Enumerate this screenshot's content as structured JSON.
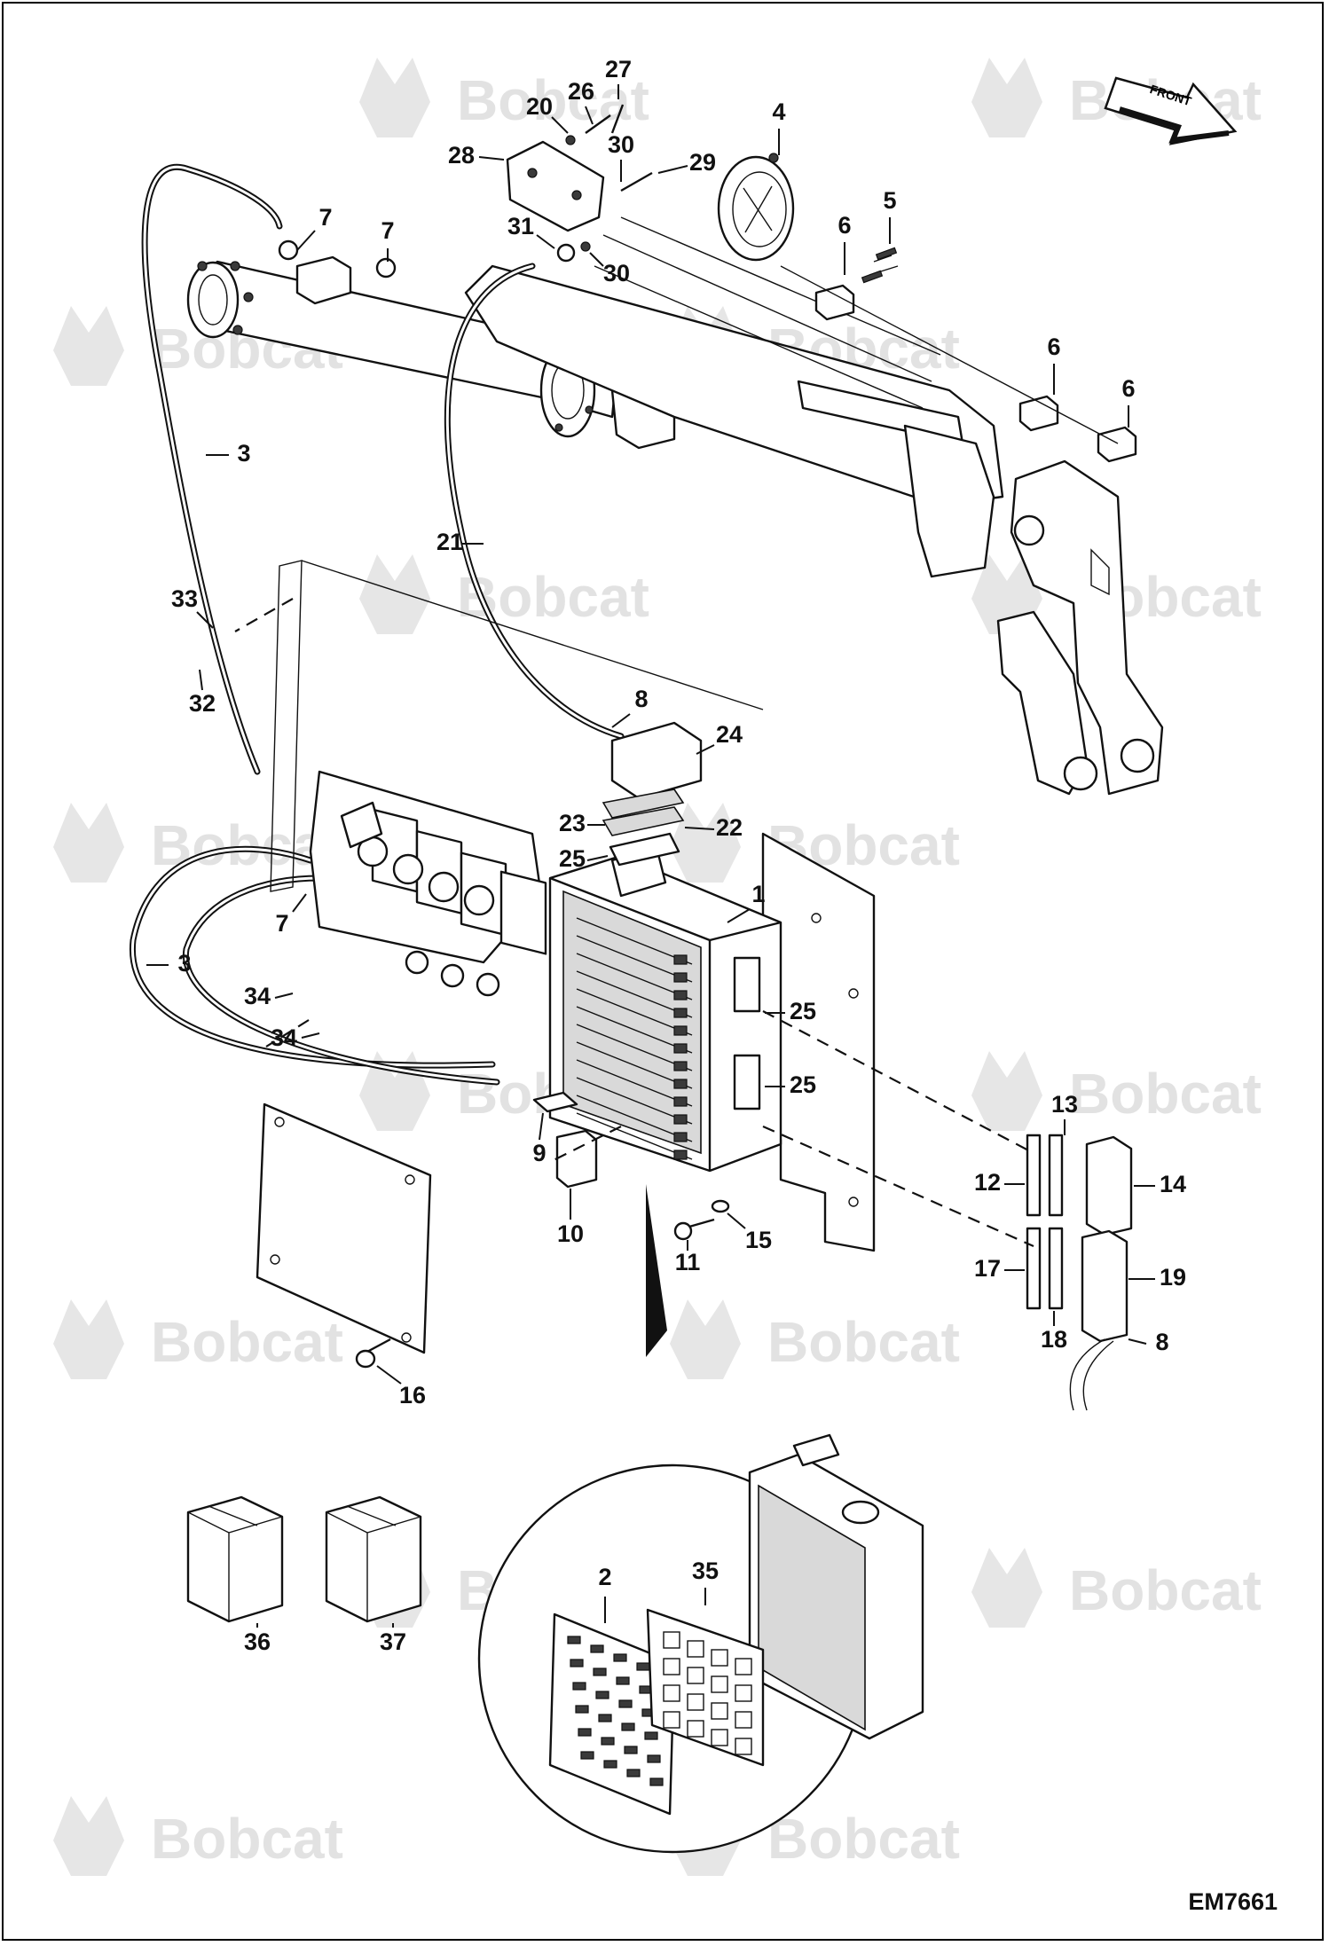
{
  "diagram": {
    "drawing_code": "EM7661",
    "watermark": "Bobcat",
    "direction_arrow": "FRONT",
    "callouts": [
      "1",
      "2",
      "3",
      "3",
      "4",
      "5",
      "6",
      "6",
      "6",
      "7",
      "7",
      "7",
      "8",
      "8",
      "9",
      "10",
      "11",
      "12",
      "13",
      "14",
      "15",
      "16",
      "17",
      "18",
      "19",
      "20",
      "21",
      "22",
      "23",
      "24",
      "25",
      "25",
      "25",
      "26",
      "27",
      "28",
      "29",
      "30",
      "30",
      "31",
      "32",
      "33",
      "34",
      "34",
      "35",
      "36",
      "37"
    ]
  }
}
